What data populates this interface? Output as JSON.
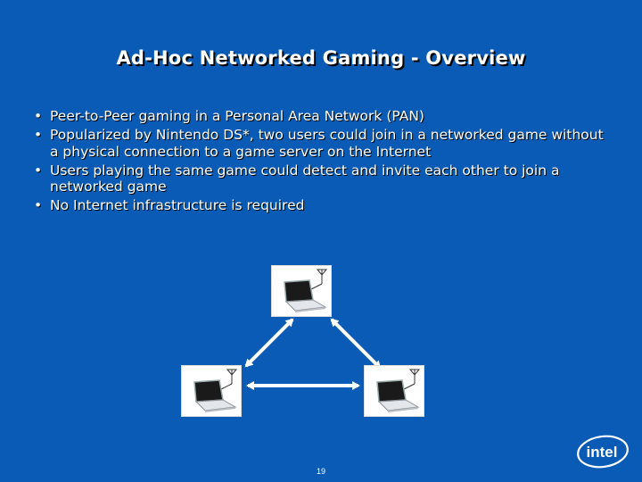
{
  "slide": {
    "title": "Ad-Hoc Networked Gaming - Overview",
    "bullets": [
      "Peer-to-Peer gaming in a Personal Area Network (PAN)",
      "Popularized by Nintendo DS*, two users could join in a networked game without a physical connection to a game server on the Internet",
      "Users playing the same game could detect and invite each other to join a networked game",
      "No Internet infrastructure is required"
    ],
    "bullet_glyph": "•",
    "page_number": "19",
    "logo_text": "intel"
  },
  "colors": {
    "background": "#0a5bb5",
    "text": "#ffffff",
    "arrow": "#ffffff"
  },
  "icons": [
    "laptop-icon",
    "antenna-icon",
    "double-arrow-icon",
    "intel-logo"
  ]
}
